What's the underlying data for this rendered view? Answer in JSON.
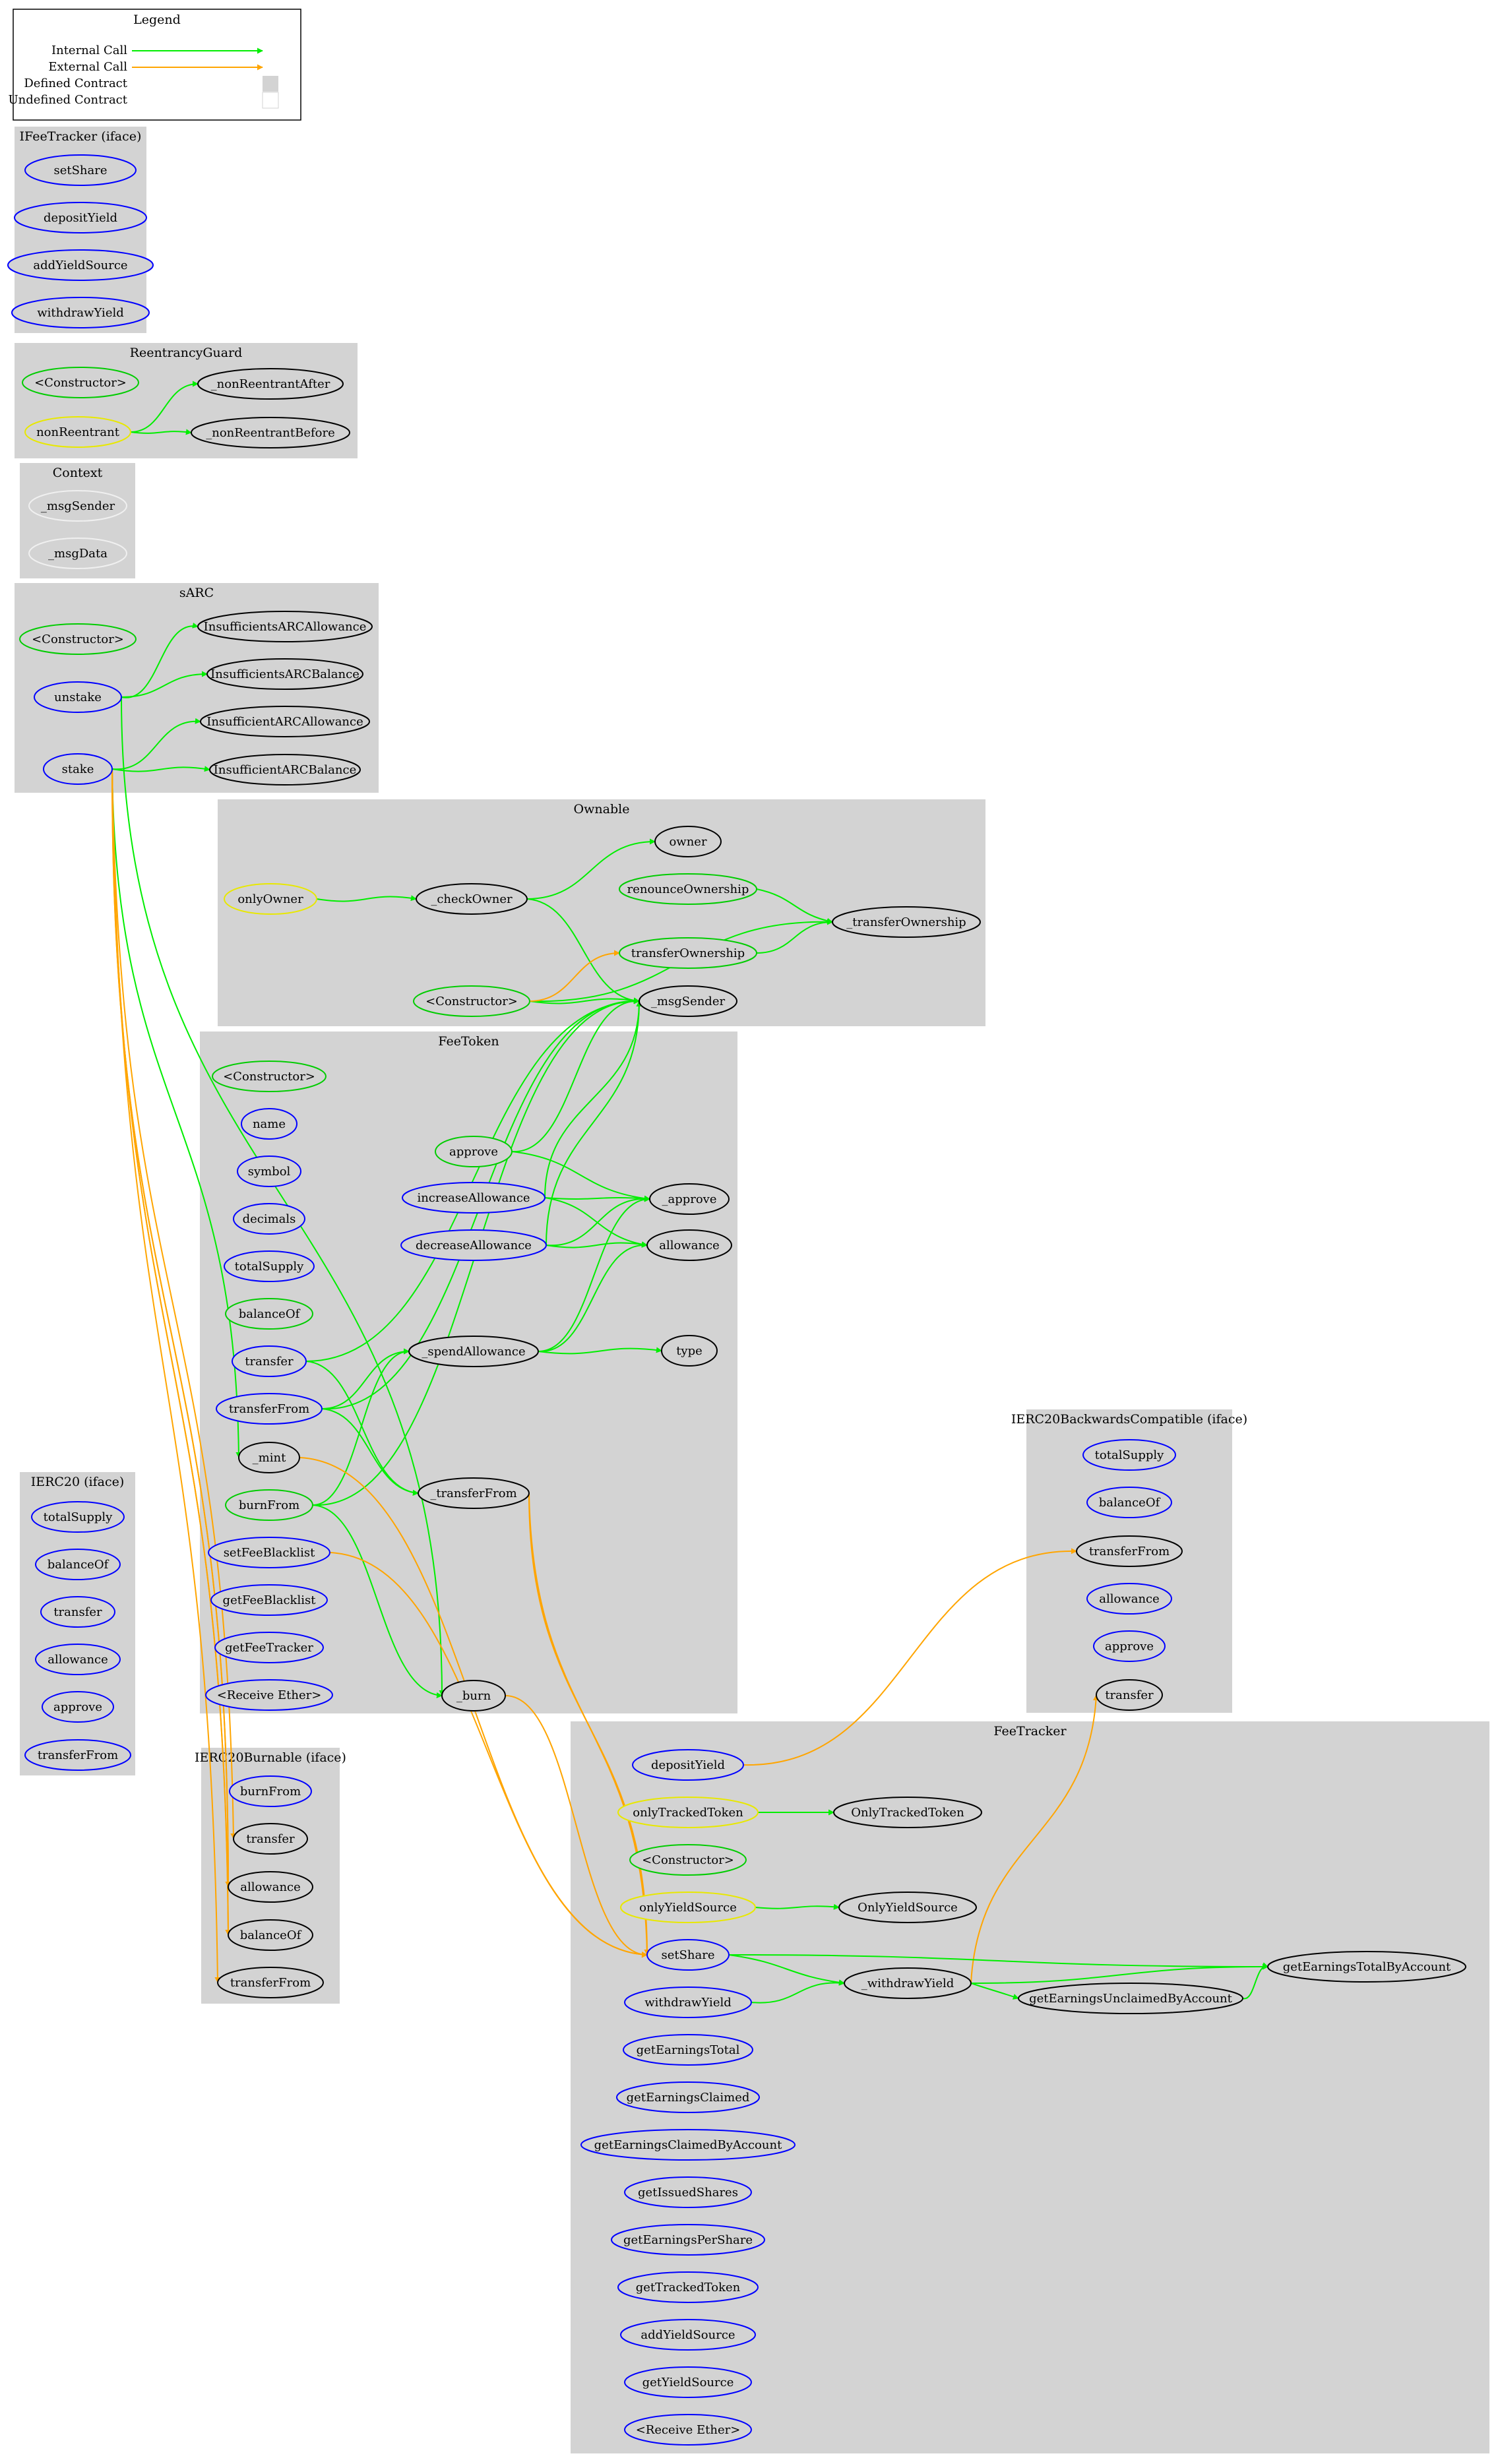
{
  "legend": {
    "title": "Legend",
    "items": [
      {
        "label": "Internal Call",
        "kind": "edge",
        "color": "#00ee00"
      },
      {
        "label": "External Call",
        "kind": "edge",
        "color": "#ffa500"
      },
      {
        "label": "Defined Contract",
        "kind": "box",
        "color": "#d3d3d3"
      },
      {
        "label": "Undefined Contract",
        "kind": "box",
        "color": "#ffffff"
      }
    ]
  },
  "colors": {
    "cluster_bg": "#d3d3d3",
    "public": "#0000ff",
    "internal": "#00cc00",
    "modifier": "#e8e800",
    "custom": "#000000",
    "context": "#f0f0f0",
    "internal_call": "#00ee00",
    "external_call": "#ffa500"
  },
  "clusters": [
    {
      "id": "IFeeTracker",
      "title": "IFeeTracker  (iface)",
      "nodes": [
        {
          "id": "IFT_setShare",
          "label": "setShare",
          "kind": "public"
        },
        {
          "id": "IFT_depositYield",
          "label": "depositYield",
          "kind": "public"
        },
        {
          "id": "IFT_addYieldSource",
          "label": "addYieldSource",
          "kind": "public"
        },
        {
          "id": "IFT_withdrawYield",
          "label": "withdrawYield",
          "kind": "public"
        }
      ]
    },
    {
      "id": "ReentrancyGuard",
      "title": "ReentrancyGuard",
      "nodes": [
        {
          "id": "RG_ctor",
          "label": "<Constructor>",
          "kind": "internal"
        },
        {
          "id": "RG_after",
          "label": "_nonReentrantAfter",
          "kind": "custom"
        },
        {
          "id": "RG_nonReentrant",
          "label": "nonReentrant",
          "kind": "modifier"
        },
        {
          "id": "RG_before",
          "label": "_nonReentrantBefore",
          "kind": "custom"
        }
      ]
    },
    {
      "id": "Context",
      "title": "Context",
      "nodes": [
        {
          "id": "CX_msgSender",
          "label": "_msgSender",
          "kind": "context"
        },
        {
          "id": "CX_msgData",
          "label": "_msgData",
          "kind": "context"
        }
      ]
    },
    {
      "id": "sARC",
      "title": "sARC",
      "nodes": [
        {
          "id": "SA_ctor",
          "label": "<Constructor>",
          "kind": "internal"
        },
        {
          "id": "SA_unstake",
          "label": "unstake",
          "kind": "public"
        },
        {
          "id": "SA_stake",
          "label": "stake",
          "kind": "public"
        },
        {
          "id": "SA_ISAA",
          "label": "InsufficientsARCAllowance",
          "kind": "custom"
        },
        {
          "id": "SA_ISAB",
          "label": "InsufficientsARCBalance",
          "kind": "custom"
        },
        {
          "id": "SA_IAA",
          "label": "InsufficientARCAllowance",
          "kind": "custom"
        },
        {
          "id": "SA_IAB",
          "label": "InsufficientARCBalance",
          "kind": "custom"
        }
      ]
    },
    {
      "id": "Ownable",
      "title": "Ownable",
      "nodes": [
        {
          "id": "OW_onlyOwner",
          "label": "onlyOwner",
          "kind": "modifier"
        },
        {
          "id": "OW_checkOwner",
          "label": "_checkOwner",
          "kind": "custom"
        },
        {
          "id": "OW_owner",
          "label": "owner",
          "kind": "custom"
        },
        {
          "id": "OW_renounce",
          "label": "renounceOwnership",
          "kind": "internal"
        },
        {
          "id": "OW_transferOwnershipInt",
          "label": "_transferOwnership",
          "kind": "custom"
        },
        {
          "id": "OW_transferOwnership",
          "label": "transferOwnership",
          "kind": "internal"
        },
        {
          "id": "OW_ctor",
          "label": "<Constructor>",
          "kind": "internal"
        },
        {
          "id": "OW_msgSender",
          "label": "_msgSender",
          "kind": "custom"
        }
      ]
    },
    {
      "id": "FeeToken",
      "title": "FeeToken",
      "nodes": [
        {
          "id": "FT_ctor",
          "label": "<Constructor>",
          "kind": "internal"
        },
        {
          "id": "FT_name",
          "label": "name",
          "kind": "public"
        },
        {
          "id": "FT_symbol",
          "label": "symbol",
          "kind": "public"
        },
        {
          "id": "FT_decimals",
          "label": "decimals",
          "kind": "public"
        },
        {
          "id": "FT_totalSupply",
          "label": "totalSupply",
          "kind": "public"
        },
        {
          "id": "FT_balanceOf",
          "label": "balanceOf",
          "kind": "internal"
        },
        {
          "id": "FT_transfer",
          "label": "transfer",
          "kind": "public"
        },
        {
          "id": "FT_transferFrom",
          "label": "transferFrom",
          "kind": "public"
        },
        {
          "id": "FT_mint",
          "label": "_mint",
          "kind": "custom"
        },
        {
          "id": "FT_burnFrom",
          "label": "burnFrom",
          "kind": "internal"
        },
        {
          "id": "FT_setFeeBlacklist",
          "label": "setFeeBlacklist",
          "kind": "public"
        },
        {
          "id": "FT_getFeeBlacklist",
          "label": "getFeeBlacklist",
          "kind": "public"
        },
        {
          "id": "FT_getFeeTracker",
          "label": "getFeeTracker",
          "kind": "public"
        },
        {
          "id": "FT_receive",
          "label": "<Receive Ether>",
          "kind": "public"
        },
        {
          "id": "FT_approve",
          "label": "approve",
          "kind": "internal"
        },
        {
          "id": "FT_increaseAllowance",
          "label": "increaseAllowance",
          "kind": "public"
        },
        {
          "id": "FT_decreaseAllowance",
          "label": "decreaseAllowance",
          "kind": "public"
        },
        {
          "id": "FT_spendAllowance",
          "label": "_spendAllowance",
          "kind": "custom"
        },
        {
          "id": "FT_transferFromInt",
          "label": "_transferFrom",
          "kind": "custom"
        },
        {
          "id": "FT_burn",
          "label": "_burn",
          "kind": "custom"
        },
        {
          "id": "FT_approveInt",
          "label": "_approve",
          "kind": "custom"
        },
        {
          "id": "FT_allowance",
          "label": "allowance",
          "kind": "custom"
        },
        {
          "id": "FT_type",
          "label": "type",
          "kind": "custom"
        }
      ]
    },
    {
      "id": "IERC20BC",
      "title": "IERC20BackwardsCompatible  (iface)",
      "nodes": [
        {
          "id": "BC_totalSupply",
          "label": "totalSupply",
          "kind": "public"
        },
        {
          "id": "BC_balanceOf",
          "label": "balanceOf",
          "kind": "public"
        },
        {
          "id": "BC_transferFrom",
          "label": "transferFrom",
          "kind": "custom"
        },
        {
          "id": "BC_allowance",
          "label": "allowance",
          "kind": "public"
        },
        {
          "id": "BC_approve",
          "label": "approve",
          "kind": "public"
        },
        {
          "id": "BC_transfer",
          "label": "transfer",
          "kind": "custom"
        }
      ]
    },
    {
      "id": "IERC20",
      "title": "IERC20  (iface)",
      "nodes": [
        {
          "id": "I20_totalSupply",
          "label": "totalSupply",
          "kind": "public"
        },
        {
          "id": "I20_balanceOf",
          "label": "balanceOf",
          "kind": "public"
        },
        {
          "id": "I20_transfer",
          "label": "transfer",
          "kind": "public"
        },
        {
          "id": "I20_allowance",
          "label": "allowance",
          "kind": "public"
        },
        {
          "id": "I20_approve",
          "label": "approve",
          "kind": "public"
        },
        {
          "id": "I20_transferFrom",
          "label": "transferFrom",
          "kind": "public"
        }
      ]
    },
    {
      "id": "IERC20Burnable",
      "title": "IERC20Burnable  (iface)",
      "nodes": [
        {
          "id": "IB_burnFrom",
          "label": "burnFrom",
          "kind": "public"
        },
        {
          "id": "IB_transfer",
          "label": "transfer",
          "kind": "custom"
        },
        {
          "id": "IB_allowance",
          "label": "allowance",
          "kind": "custom"
        },
        {
          "id": "IB_balanceOf",
          "label": "balanceOf",
          "kind": "custom"
        },
        {
          "id": "IB_transferFrom",
          "label": "transferFrom",
          "kind": "custom"
        }
      ]
    },
    {
      "id": "FeeTracker",
      "title": "FeeTracker",
      "nodes": [
        {
          "id": "TR_depositYield",
          "label": "depositYield",
          "kind": "public"
        },
        {
          "id": "TR_onlyTrackedToken",
          "label": "onlyTrackedToken",
          "kind": "modifier"
        },
        {
          "id": "TR_OnlyTrackedTokenErr",
          "label": "OnlyTrackedToken",
          "kind": "custom"
        },
        {
          "id": "TR_ctor",
          "label": "<Constructor>",
          "kind": "internal"
        },
        {
          "id": "TR_onlyYieldSource",
          "label": "onlyYieldSource",
          "kind": "modifier"
        },
        {
          "id": "TR_OnlyYieldSourceErr",
          "label": "OnlyYieldSource",
          "kind": "custom"
        },
        {
          "id": "TR_setShare",
          "label": "setShare",
          "kind": "public"
        },
        {
          "id": "TR_withdrawYieldInt",
          "label": "_withdrawYield",
          "kind": "custom"
        },
        {
          "id": "TR_getEarningsTotalByAccount",
          "label": "getEarningsTotalByAccount",
          "kind": "custom"
        },
        {
          "id": "TR_getEarningsUnclaimedByAccount",
          "label": "getEarningsUnclaimedByAccount",
          "kind": "custom"
        },
        {
          "id": "TR_withdrawYield",
          "label": "withdrawYield",
          "kind": "public"
        },
        {
          "id": "TR_getEarningsTotal",
          "label": "getEarningsTotal",
          "kind": "public"
        },
        {
          "id": "TR_getEarningsClaimed",
          "label": "getEarningsClaimed",
          "kind": "public"
        },
        {
          "id": "TR_getEarningsClaimedByAccount",
          "label": "getEarningsClaimedByAccount",
          "kind": "public"
        },
        {
          "id": "TR_getIssuedShares",
          "label": "getIssuedShares",
          "kind": "public"
        },
        {
          "id": "TR_getEarningsPerShare",
          "label": "getEarningsPerShare",
          "kind": "public"
        },
        {
          "id": "TR_getTrackedToken",
          "label": "getTrackedToken",
          "kind": "public"
        },
        {
          "id": "TR_addYieldSource",
          "label": "addYieldSource",
          "kind": "public"
        },
        {
          "id": "TR_getYieldSource",
          "label": "getYieldSource",
          "kind": "public"
        },
        {
          "id": "TR_receive",
          "label": "<Receive Ether>",
          "kind": "public"
        }
      ]
    }
  ],
  "edges": [
    {
      "from": "RG_nonReentrant",
      "to": "RG_after",
      "type": "internal"
    },
    {
      "from": "RG_nonReentrant",
      "to": "RG_before",
      "type": "internal"
    },
    {
      "from": "SA_unstake",
      "to": "SA_ISAA",
      "type": "internal"
    },
    {
      "from": "SA_unstake",
      "to": "SA_ISAB",
      "type": "internal"
    },
    {
      "from": "SA_stake",
      "to": "SA_IAA",
      "type": "internal"
    },
    {
      "from": "SA_stake",
      "to": "SA_IAB",
      "type": "internal"
    },
    {
      "from": "SA_unstake",
      "to": "FT_burn",
      "type": "internal"
    },
    {
      "from": "SA_stake",
      "to": "FT_mint",
      "type": "internal"
    },
    {
      "from": "SA_stake",
      "to": "IB_transfer",
      "type": "external"
    },
    {
      "from": "SA_stake",
      "to": "IB_allowance",
      "type": "external"
    },
    {
      "from": "SA_stake",
      "to": "IB_balanceOf",
      "type": "external"
    },
    {
      "from": "SA_stake",
      "to": "IB_transferFrom",
      "type": "external"
    },
    {
      "from": "SA_stake",
      "to": "IB_allowance",
      "type": "external"
    },
    {
      "from": "SA_stake",
      "to": "IB_balanceOf",
      "type": "external"
    },
    {
      "from": "OW_onlyOwner",
      "to": "OW_checkOwner",
      "type": "internal"
    },
    {
      "from": "OW_checkOwner",
      "to": "OW_owner",
      "type": "internal"
    },
    {
      "from": "OW_checkOwner",
      "to": "OW_msgSender",
      "type": "internal"
    },
    {
      "from": "OW_renounce",
      "to": "OW_transferOwnershipInt",
      "type": "internal"
    },
    {
      "from": "OW_transferOwnership",
      "to": "OW_transferOwnershipInt",
      "type": "internal"
    },
    {
      "from": "OW_ctor",
      "to": "OW_transferOwnershipInt",
      "type": "internal"
    },
    {
      "from": "OW_ctor",
      "to": "OW_msgSender",
      "type": "internal"
    },
    {
      "from": "OW_ctor",
      "to": "OW_transferOwnership",
      "type": "external"
    },
    {
      "from": "FT_approve",
      "to": "OW_msgSender",
      "type": "internal"
    },
    {
      "from": "FT_approve",
      "to": "FT_approveInt",
      "type": "internal"
    },
    {
      "from": "FT_increaseAllowance",
      "to": "OW_msgSender",
      "type": "internal"
    },
    {
      "from": "FT_increaseAllowance",
      "to": "FT_approveInt",
      "type": "internal"
    },
    {
      "from": "FT_increaseAllowance",
      "to": "FT_allowance",
      "type": "internal"
    },
    {
      "from": "FT_decreaseAllowance",
      "to": "OW_msgSender",
      "type": "internal"
    },
    {
      "from": "FT_decreaseAllowance",
      "to": "FT_approveInt",
      "type": "internal"
    },
    {
      "from": "FT_decreaseAllowance",
      "to": "FT_allowance",
      "type": "internal"
    },
    {
      "from": "FT_spendAllowance",
      "to": "FT_approveInt",
      "type": "internal"
    },
    {
      "from": "FT_spendAllowance",
      "to": "FT_allowance",
      "type": "internal"
    },
    {
      "from": "FT_spendAllowance",
      "to": "FT_type",
      "type": "internal"
    },
    {
      "from": "FT_transfer",
      "to": "OW_msgSender",
      "type": "internal"
    },
    {
      "from": "FT_transfer",
      "to": "FT_transferFromInt",
      "type": "internal"
    },
    {
      "from": "FT_transferFrom",
      "to": "OW_msgSender",
      "type": "internal"
    },
    {
      "from": "FT_transferFrom",
      "to": "FT_spendAllowance",
      "type": "internal"
    },
    {
      "from": "FT_transferFrom",
      "to": "FT_transferFromInt",
      "type": "internal"
    },
    {
      "from": "FT_burnFrom",
      "to": "OW_msgSender",
      "type": "internal"
    },
    {
      "from": "FT_burnFrom",
      "to": "FT_spendAllowance",
      "type": "internal"
    },
    {
      "from": "FT_burnFrom",
      "to": "FT_burn",
      "type": "internal"
    },
    {
      "from": "FT_setFeeBlacklist",
      "to": "TR_setShare",
      "type": "external"
    },
    {
      "from": "FT_transferFromInt",
      "to": "TR_setShare",
      "type": "external"
    },
    {
      "from": "FT_transferFromInt",
      "to": "TR_setShare",
      "type": "external"
    },
    {
      "from": "FT_mint",
      "to": "TR_setShare",
      "type": "external"
    },
    {
      "from": "FT_burn",
      "to": "TR_setShare",
      "type": "external"
    },
    {
      "from": "TR_depositYield",
      "to": "BC_transferFrom",
      "type": "external"
    },
    {
      "from": "TR_withdrawYieldInt",
      "to": "BC_transfer",
      "type": "external"
    },
    {
      "from": "TR_onlyTrackedToken",
      "to": "TR_OnlyTrackedTokenErr",
      "type": "internal"
    },
    {
      "from": "TR_onlyYieldSource",
      "to": "TR_OnlyYieldSourceErr",
      "type": "internal"
    },
    {
      "from": "TR_setShare",
      "to": "TR_withdrawYieldInt",
      "type": "internal"
    },
    {
      "from": "TR_setShare",
      "to": "TR_getEarningsTotalByAccount",
      "type": "internal"
    },
    {
      "from": "TR_withdrawYield",
      "to": "TR_withdrawYieldInt",
      "type": "internal"
    },
    {
      "from": "TR_withdrawYieldInt",
      "to": "TR_getEarningsUnclaimedByAccount",
      "type": "internal"
    },
    {
      "from": "TR_withdrawYieldInt",
      "to": "TR_getEarningsTotalByAccount",
      "type": "internal"
    },
    {
      "from": "TR_getEarningsUnclaimedByAccount",
      "to": "TR_getEarningsTotalByAccount",
      "type": "internal"
    }
  ]
}
